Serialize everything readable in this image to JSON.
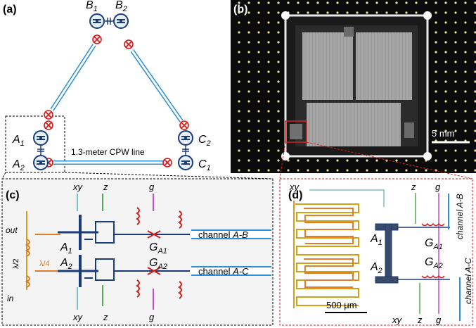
{
  "panels": {
    "a": {
      "label": "(a)",
      "qubits": [
        "B",
        "B",
        "A",
        "A",
        "C",
        "C"
      ],
      "subscripts": [
        "1",
        "2",
        "1",
        "2",
        "2",
        "1"
      ],
      "line_label": "1.3-meter CPW line"
    },
    "b": {
      "label": "(b)",
      "scale_label": "5 mm"
    },
    "c": {
      "label": "(c)",
      "top_labels": [
        "xy",
        "z",
        "g"
      ],
      "bottom_labels": [
        "xy",
        "z",
        "g"
      ],
      "port_out": "out",
      "port_in": "in",
      "lambda2": "λ/2",
      "lambda4": "λ/4",
      "qubit_A": "A",
      "qubit_sub1": "1",
      "qubit_sub2": "2",
      "coupler_G": "G",
      "coupler_sub1": "A1",
      "coupler_sub2": "A2",
      "channel_ab_prefix": "channel ",
      "channel_ab": "A-B",
      "channel_ac_prefix": "channel ",
      "channel_ac": "A-C"
    },
    "d": {
      "label": "(d)",
      "top_labels": [
        "xy",
        "z",
        "g"
      ],
      "bottom_labels": [
        "xy",
        "z",
        "g"
      ],
      "qubit_A": "A",
      "qubit_sub1": "1",
      "qubit_sub2": "2",
      "coupler_G": "G",
      "coupler_sub1": "A1",
      "coupler_sub2": "A2",
      "channel_ab": "channel A-B",
      "channel_ac": "channel A-C",
      "scale_label": "500 μm"
    }
  },
  "colors": {
    "cpw": "#2a8fd6",
    "qubit": "#1a3b7a",
    "coupler": "#d11d1d",
    "resonator": "#e07c2a",
    "z_line": "#4cae4c",
    "g_line": "#c24fc6",
    "xy_line": "#7fbfbf",
    "readout": "#d4a017",
    "dashed_red": "#d62020"
  }
}
